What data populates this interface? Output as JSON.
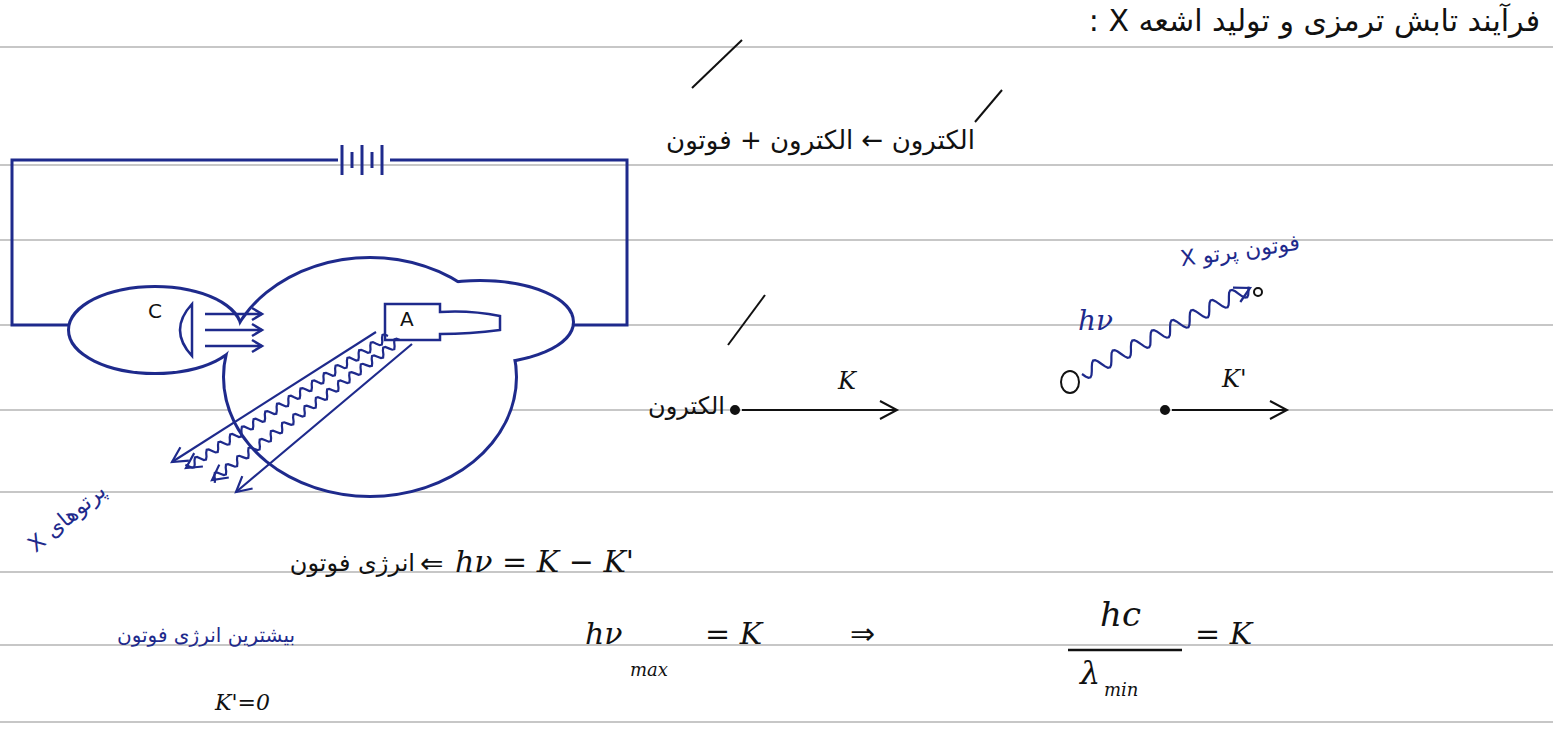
{
  "diagram": {
    "title": "فرآیند تابش ترمزی و تولید اشعه X :",
    "labels": [
      "الکترون ← الکترون + فوتون",
      "فوتون پرتو X",
      "hν",
      "الکترون",
      "K",
      "K'",
      "پرتوهای X",
      "C",
      "A",
      "انرژی فوتون",
      "⇐",
      "hν = K − K'",
      "بیشترین انرژی فوتون",
      "K'=0",
      "hν",
      "max",
      "= K",
      "⇒",
      "hc",
      "λ",
      "min",
      "= K"
    ]
  }
}
